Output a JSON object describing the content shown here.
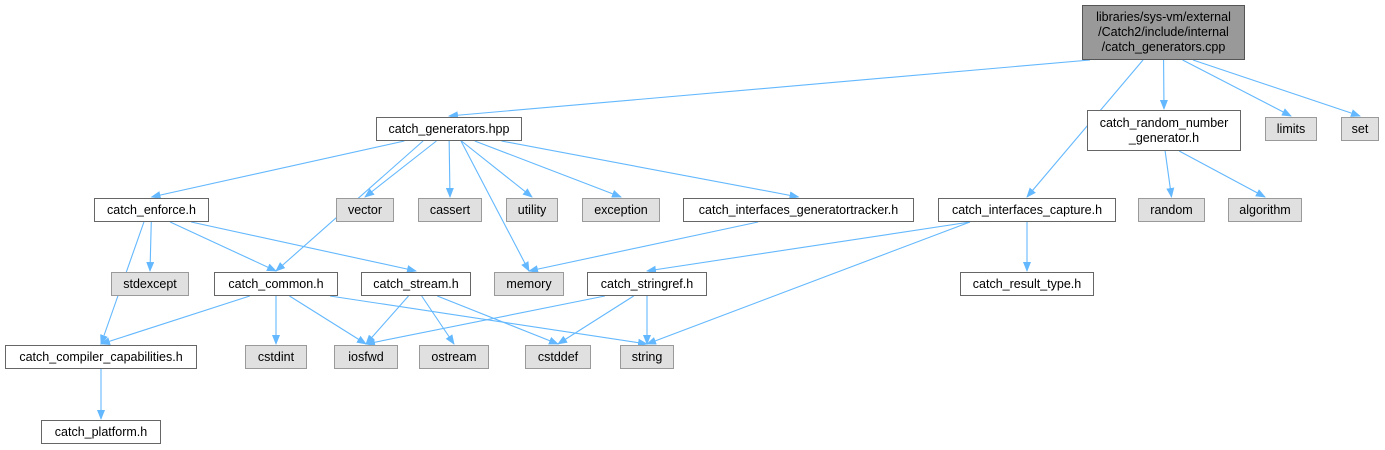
{
  "colors": {
    "edge": "#63b8ff",
    "root_fill": "#999999",
    "sys_fill": "#e0e0e0",
    "file_fill": "#ffffff",
    "border": "#666666"
  },
  "nodes": {
    "root": {
      "lines": [
        "libraries/sys-vm/external",
        "/Catch2/include/internal",
        "/catch_generators.cpp"
      ]
    },
    "catch_generators_hpp": "catch_generators.hpp",
    "catch_random_number_generator_h": {
      "lines": [
        "catch_random_number",
        "_generator.h"
      ]
    },
    "limits": "limits",
    "set": "set",
    "catch_enforce_h": "catch_enforce.h",
    "vector": "vector",
    "cassert": "cassert",
    "utility": "utility",
    "exception": "exception",
    "catch_interfaces_generatortracker_h": "catch_interfaces_generatortracker.h",
    "catch_interfaces_capture_h": "catch_interfaces_capture.h",
    "random": "random",
    "algorithm": "algorithm",
    "stdexcept": "stdexcept",
    "catch_common_h": "catch_common.h",
    "catch_stream_h": "catch_stream.h",
    "memory": "memory",
    "catch_stringref_h": "catch_stringref.h",
    "catch_result_type_h": "catch_result_type.h",
    "catch_compiler_capabilities_h": "catch_compiler_capabilities.h",
    "cstdint": "cstdint",
    "iosfwd": "iosfwd",
    "ostream": "ostream",
    "cstddef": "cstddef",
    "string": "string",
    "catch_platform_h": "catch_platform.h"
  },
  "edges": [
    [
      "root",
      "catch_generators_hpp"
    ],
    [
      "root",
      "catch_interfaces_capture_h"
    ],
    [
      "root",
      "catch_random_number_generator_h"
    ],
    [
      "root",
      "limits"
    ],
    [
      "root",
      "set"
    ],
    [
      "catch_generators_hpp",
      "catch_enforce_h"
    ],
    [
      "catch_generators_hpp",
      "catch_common_h"
    ],
    [
      "catch_generators_hpp",
      "memory"
    ],
    [
      "catch_generators_hpp",
      "vector"
    ],
    [
      "catch_generators_hpp",
      "cassert"
    ],
    [
      "catch_generators_hpp",
      "utility"
    ],
    [
      "catch_generators_hpp",
      "exception"
    ],
    [
      "catch_generators_hpp",
      "catch_interfaces_generatortracker_h"
    ],
    [
      "catch_random_number_generator_h",
      "random"
    ],
    [
      "catch_random_number_generator_h",
      "algorithm"
    ],
    [
      "catch_enforce_h",
      "stdexcept"
    ],
    [
      "catch_enforce_h",
      "catch_common_h"
    ],
    [
      "catch_enforce_h",
      "catch_stream_h"
    ],
    [
      "catch_enforce_h",
      "catch_compiler_capabilities_h"
    ],
    [
      "catch_interfaces_generatortracker_h",
      "memory"
    ],
    [
      "catch_interfaces_capture_h",
      "catch_stringref_h"
    ],
    [
      "catch_interfaces_capture_h",
      "catch_result_type_h"
    ],
    [
      "catch_interfaces_capture_h",
      "string"
    ],
    [
      "catch_common_h",
      "catch_compiler_capabilities_h"
    ],
    [
      "catch_common_h",
      "cstdint"
    ],
    [
      "catch_common_h",
      "iosfwd"
    ],
    [
      "catch_common_h",
      "string"
    ],
    [
      "catch_stream_h",
      "iosfwd"
    ],
    [
      "catch_stream_h",
      "ostream"
    ],
    [
      "catch_stream_h",
      "cstddef"
    ],
    [
      "catch_stringref_h",
      "iosfwd"
    ],
    [
      "catch_stringref_h",
      "cstddef"
    ],
    [
      "catch_stringref_h",
      "string"
    ],
    [
      "catch_compiler_capabilities_h",
      "catch_platform_h"
    ]
  ]
}
